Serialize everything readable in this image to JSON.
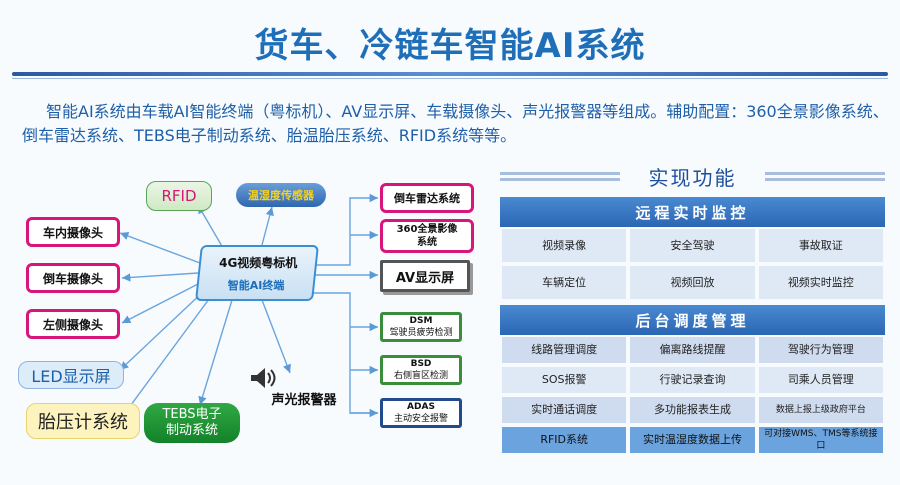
{
  "header": {
    "title": "货车、冷链车智能AI系统",
    "intro": "智能AI系统由车载AI智能终端（粤标机）、AV显示屏、车载摄像头、声光报警器等组成。辅助配置：360全景影像系统、倒车雷达系统、TEBS电子制动系统、胎温胎压系统、RFID系统等等。"
  },
  "diagram": {
    "hub_line1": "4G视频粤标机",
    "hub_line2": "智能AI终端",
    "rfid": "RFID",
    "temp_sensor": "温湿度传感器",
    "cam_inside": "车内摄像头",
    "cam_reverse": "倒车摄像头",
    "cam_left": "左侧摄像头",
    "led": "LED显示屏",
    "tpms": "胎压计系统",
    "tebs_line1": "TEBS电子",
    "tebs_line2": "制动系统",
    "alarm": "声光报警器",
    "radar": "倒车雷达系统",
    "pano_line1": "360全景影像",
    "pano_line2": "系统",
    "av": "AV显示屏",
    "dsm_title": "DSM",
    "dsm_sub": "驾驶员疲劳检测",
    "bsd_title": "BSD",
    "bsd_sub": "右侧盲区检测",
    "adas_title": "ADAS",
    "adas_sub": "主动安全报警"
  },
  "functions": {
    "title": "实现功能",
    "remote": {
      "heading": "远程实时监控",
      "rows": [
        [
          "视频录像",
          "安全驾驶",
          "事故取证"
        ],
        [
          "车辆定位",
          "视频回放",
          "视频实时监控"
        ]
      ]
    },
    "backend": {
      "heading": "后台调度管理",
      "rows": [
        [
          "线路管理调度",
          "偏离路线提醒",
          "驾驶行为管理"
        ],
        [
          "SOS报警",
          "行驶记录查询",
          "司乘人员管理"
        ],
        [
          "实时通话调度",
          "多功能报表生成",
          "数据上报上级政府平台"
        ],
        [
          "RFID系统",
          "实时温湿度数据上传",
          "可对接WMS、TMS等系统接口"
        ]
      ]
    }
  },
  "colors": {
    "accent": "#1e6fb8",
    "pink_border": "#d8157a",
    "section_head": "#2b66b4"
  }
}
